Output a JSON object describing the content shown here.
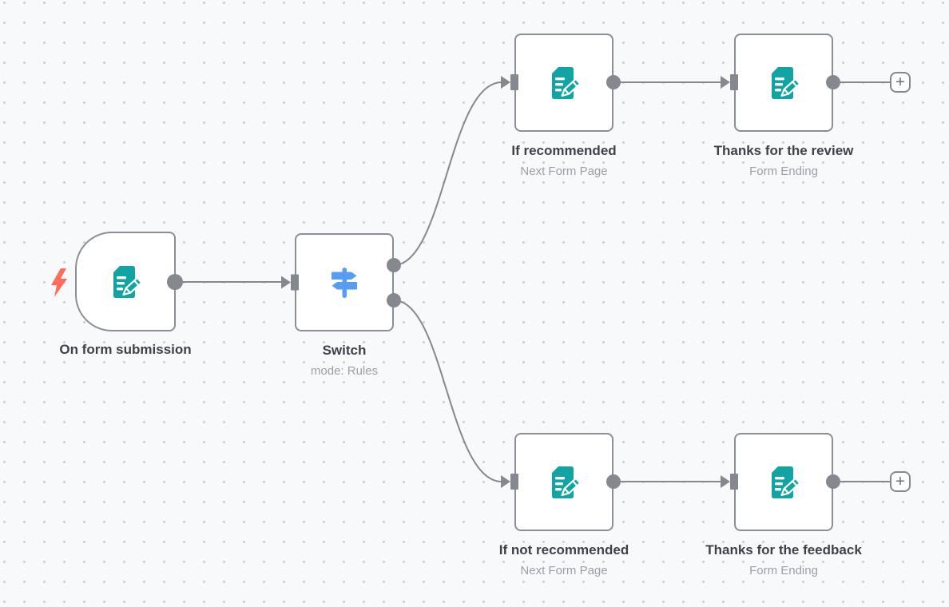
{
  "canvas": {
    "background": "#f8f9fb",
    "grid_dot_color": "#c8cbd4",
    "wire_color": "#85888e",
    "node_border_color": "#8b8e94"
  },
  "colors": {
    "form_icon_teal": "#12a4a4",
    "switch_icon_blue": "#579df2",
    "trigger_bolt_coral": "#ff6d5a",
    "title_text": "#3d4149",
    "subtitle_text": "#9aa0a9"
  },
  "nodes": [
    {
      "id": "on-form-submission",
      "title": "On form submission",
      "subtitle": "",
      "icon": "form-pencil-icon",
      "kind": "trigger"
    },
    {
      "id": "switch",
      "title": "Switch",
      "subtitle": "mode: Rules",
      "icon": "signpost-icon",
      "kind": "regular"
    },
    {
      "id": "if-recommended",
      "title": "If recommended",
      "subtitle": "Next Form Page",
      "icon": "form-pencil-icon",
      "kind": "regular"
    },
    {
      "id": "thanks-for-the-review",
      "title": "Thanks for the review",
      "subtitle": "Form Ending",
      "icon": "form-pencil-icon",
      "kind": "regular"
    },
    {
      "id": "if-not-recommended",
      "title": "If not recommended",
      "subtitle": "Next Form Page",
      "icon": "form-pencil-icon",
      "kind": "regular"
    },
    {
      "id": "thanks-for-the-feedback",
      "title": "Thanks for the feedback",
      "subtitle": "Form Ending",
      "icon": "form-pencil-icon",
      "kind": "regular"
    }
  ],
  "add_button_label": "+"
}
